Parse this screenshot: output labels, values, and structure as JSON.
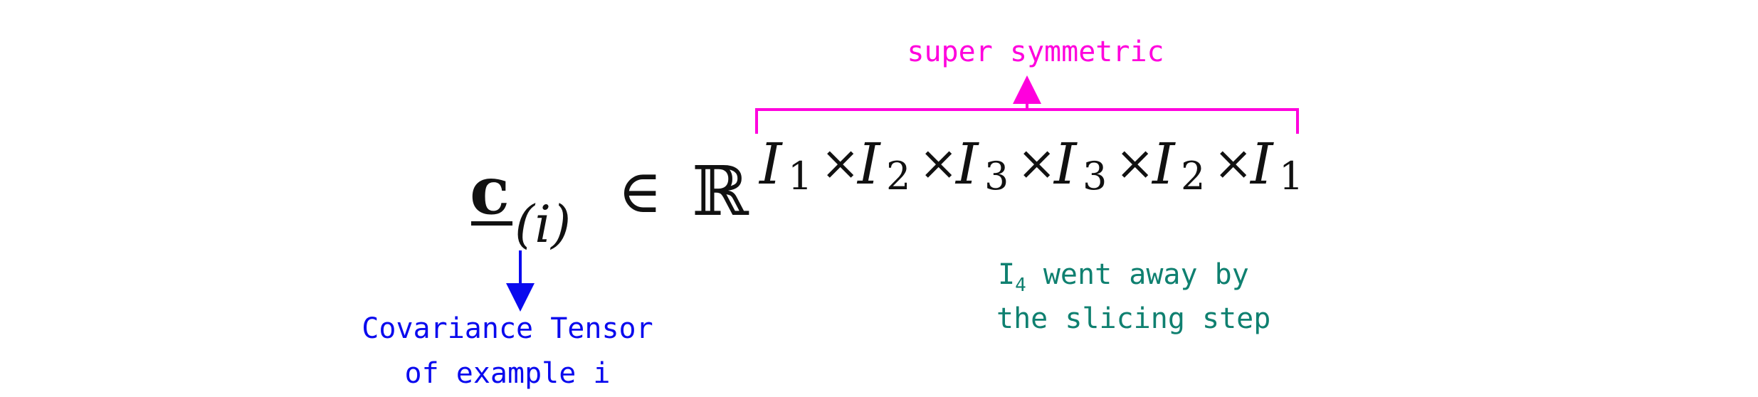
{
  "equation": {
    "tensor_symbol": "c",
    "tensor_index": "(i)",
    "element_of": "∈",
    "field": "ℝ",
    "exponent_terms": [
      {
        "base": "I",
        "sub": "1"
      },
      {
        "base": "I",
        "sub": "2"
      },
      {
        "base": "I",
        "sub": "3"
      },
      {
        "base": "I",
        "sub": "3"
      },
      {
        "base": "I",
        "sub": "2"
      },
      {
        "base": "I",
        "sub": "1"
      }
    ],
    "times": "×"
  },
  "annotations": {
    "top": {
      "text": "super symmetric",
      "color": "#ff00dd"
    },
    "left": {
      "line1": "Covariance Tensor",
      "line2": "of example i",
      "color": "#0a0aee"
    },
    "right": {
      "line1_prefix": "I",
      "line1_sub": "4",
      "line1_suffix": " went away by",
      "line2": "the slicing step",
      "color": "#0f8070"
    }
  }
}
